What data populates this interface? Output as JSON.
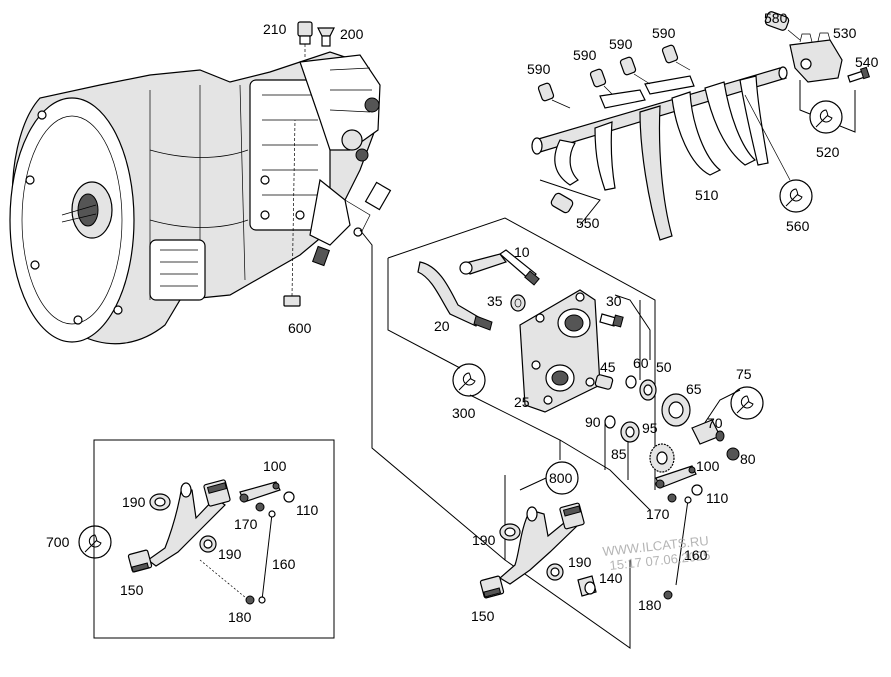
{
  "labels": {
    "p10": "10",
    "p20": "20",
    "p25": "25",
    "p30": "30",
    "p35": "35",
    "p45": "45",
    "p50": "50",
    "p60": "60",
    "p65": "65",
    "p70": "70",
    "p75": "75",
    "p80": "80",
    "p85": "85",
    "p90": "90",
    "p95": "95",
    "p100a": "100",
    "p100b": "100",
    "p110a": "110",
    "p110b": "110",
    "p140": "140",
    "p150a": "150",
    "p150b": "150",
    "p160a": "160",
    "p160b": "160",
    "p170a": "170",
    "p170b": "170",
    "p180a": "180",
    "p180b": "180",
    "p190a": "190",
    "p190b": "190",
    "p190c": "190",
    "p190d": "190",
    "p200": "200",
    "p210": "210",
    "p300": "300",
    "p510": "510",
    "p520": "520",
    "p530": "530",
    "p540": "540",
    "p550": "550",
    "p560": "560",
    "p580": "580",
    "p590a": "590",
    "p590b": "590",
    "p590c": "590",
    "p590d": "590",
    "p600": "600",
    "p700": "700",
    "p800": "800"
  },
  "watermark": {
    "site": "WWW.ILCATS.RU",
    "time": "15:17 07.06.2025"
  }
}
